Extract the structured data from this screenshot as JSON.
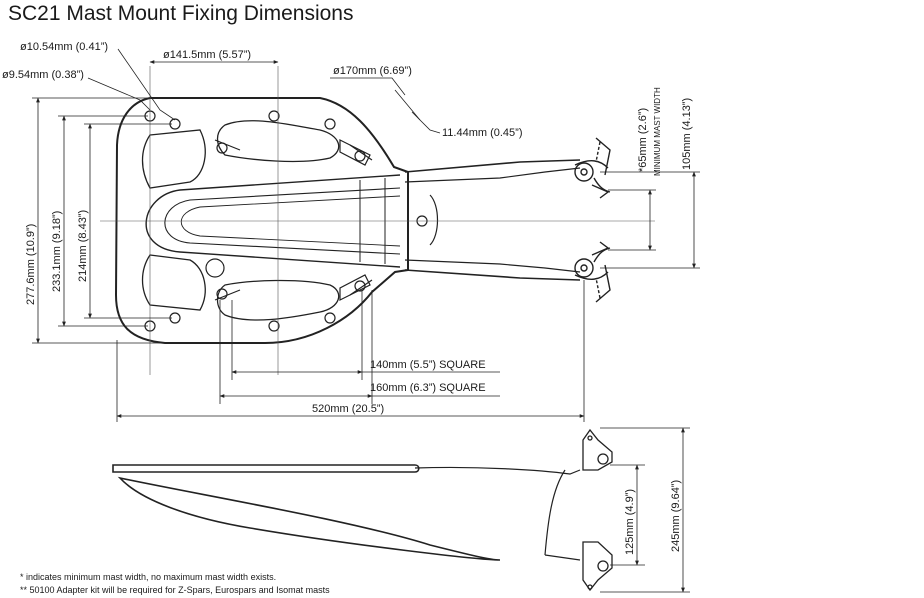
{
  "title": "SC21 Mast Mount Fixing Dimensions",
  "dimensions": {
    "hole_a": "ø10.54mm (0.41”)",
    "hole_b": "ø9.54mm (0.38”)",
    "pcd_small": "ø141.5mm (5.57”)",
    "pcd_large": "ø170mm (6.69”)",
    "slot": "11.44mm (0.45”)",
    "height_overall": "277.6mm (10.9”)",
    "height_mid": "233.1mm (9.18”)",
    "height_inner": "214mm (8.43”)",
    "min_mast": "*65mm (2.6”)",
    "min_mast_caption": "MINIMUM MAST WIDTH",
    "jaw_span": "105mm (4.13”)",
    "square_small": "140mm (5.5”) SQUARE",
    "square_large": "160mm (6.3”) SQUARE",
    "length": "520mm (20.5”)",
    "side_inner": "125mm (4.9”)",
    "side_outer": "245mm (9.64”)"
  },
  "notes": [
    "* indicates minimum mast width, no maximum mast width exists.",
    "** 50100 Adapter kit will be required for Z-Spars, Eurospars and Isomat masts"
  ]
}
